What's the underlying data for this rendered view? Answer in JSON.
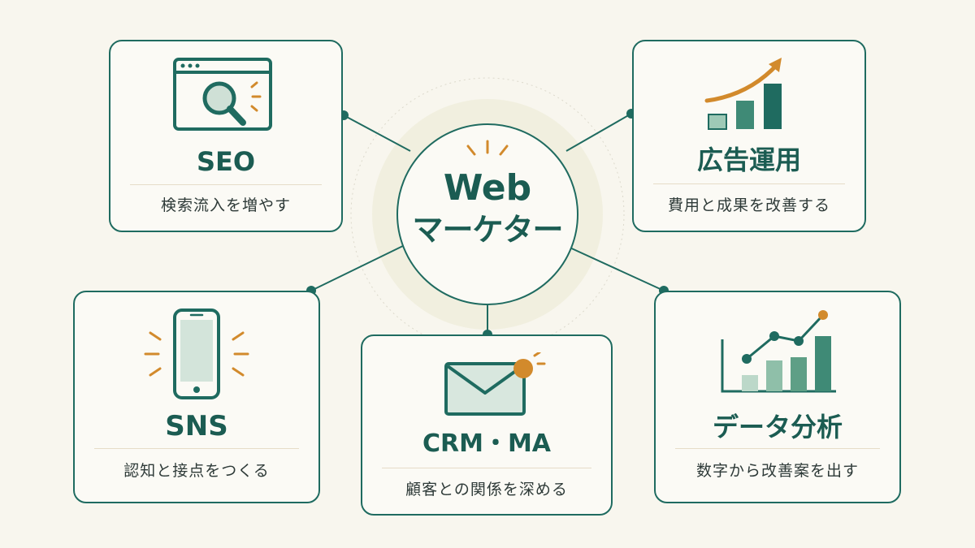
{
  "center": {
    "line1": "Web",
    "line2": "マーケター"
  },
  "cards": {
    "seo": {
      "title": "SEO",
      "desc": "検索流入を増やす",
      "icon": "browser-magnifier-icon"
    },
    "ads": {
      "title": "広告運用",
      "desc": "費用と成果を改善する",
      "icon": "growth-bar-chart-icon"
    },
    "sns": {
      "title": "SNS",
      "desc": "認知と接点をつくる",
      "icon": "smartphone-icon"
    },
    "crm": {
      "title": "CRM・MA",
      "desc": "顧客との関係を深める",
      "icon": "envelope-notification-icon"
    },
    "data": {
      "title": "データ分析",
      "desc": "数字から改善案を出す",
      "icon": "line-bar-chart-icon"
    }
  },
  "colors": {
    "primary": "#1f6b60",
    "accent": "#d28a2c",
    "light_green": "#9ec9b6",
    "background": "#f8f6ee"
  }
}
